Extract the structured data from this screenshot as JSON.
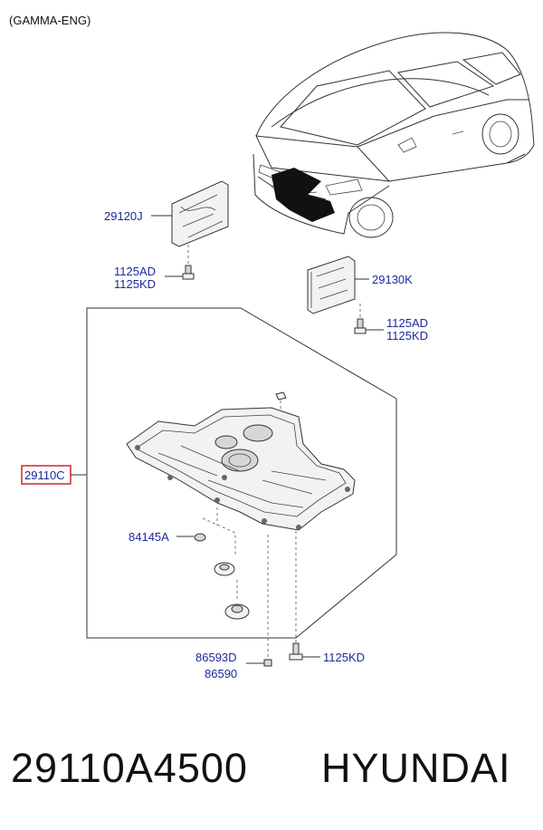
{
  "engine_note": "(GAMMA-ENG)",
  "parts": {
    "left_cover": "29120J",
    "left_bolt_a": "1125AD",
    "left_bolt_b": "1125KD",
    "right_cover": "29130K",
    "right_bolt_a": "1125AD",
    "right_bolt_b": "1125KD",
    "under_cover": "29110C",
    "clip": "84145A",
    "nut_a": "86593D",
    "nut_b": "86590",
    "bottom_bolt": "1125KD"
  },
  "footer": {
    "part_number": "29110A4500",
    "brand": "HYUNDAI"
  },
  "colors": {
    "label": "#1a2a9c",
    "highlight": "#d0262f"
  }
}
